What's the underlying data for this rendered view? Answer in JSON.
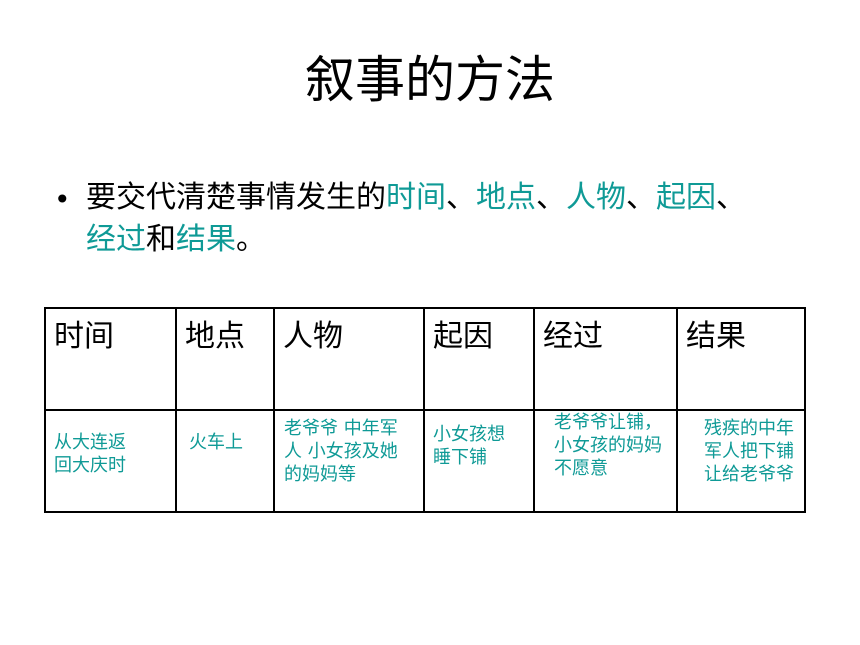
{
  "title": "叙事的方法",
  "bullet": {
    "parts": [
      {
        "text": "要交代清楚事情发生的",
        "hl": false
      },
      {
        "text": "时间",
        "hl": true
      },
      {
        "text": "、",
        "hl": false
      },
      {
        "text": "地点",
        "hl": true
      },
      {
        "text": "、",
        "hl": false
      },
      {
        "text": "人物",
        "hl": true
      },
      {
        "text": "、",
        "hl": false
      },
      {
        "text": "起因",
        "hl": true
      },
      {
        "text": "、",
        "hl": false
      }
    ],
    "line2": [
      {
        "text": "经过",
        "hl": true
      },
      {
        "text": "和",
        "hl": false
      },
      {
        "text": "结果",
        "hl": true
      },
      {
        "text": "。",
        "hl": false
      }
    ]
  },
  "table": {
    "headers": [
      "时间",
      "地点",
      "人物",
      "起因",
      "经过",
      "结果"
    ],
    "cells": [
      [
        "从大连返",
        "回大庆时"
      ],
      [
        "火车上"
      ],
      [
        "老爷爷 中年军",
        "人 小女孩及她",
        "的妈妈等"
      ],
      [
        "小女孩想",
        "睡下铺"
      ],
      [
        "老爷爷让铺，",
        "小女孩的妈妈",
        "不愿意"
      ],
      [
        "残疾的中年",
        "军人把下铺",
        "让给老爷爷"
      ]
    ]
  },
  "colors": {
    "highlight": "#0f9a96",
    "text": "#000000",
    "border": "#000000"
  }
}
